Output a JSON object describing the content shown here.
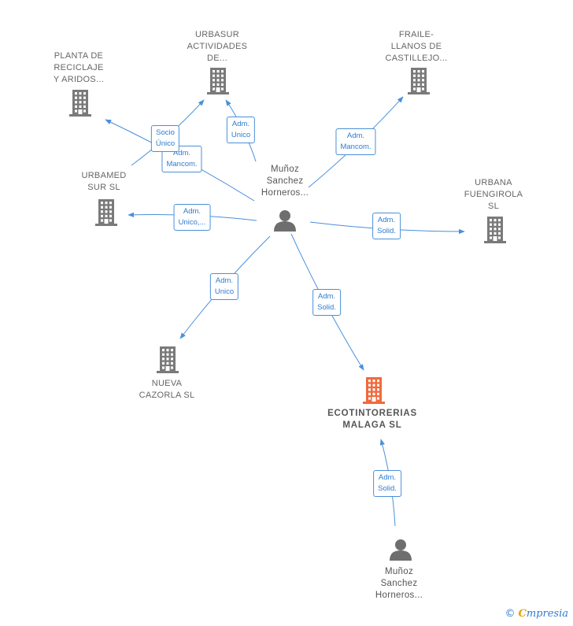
{
  "nodes": {
    "planta": {
      "label": "PLANTA DE\nRECICLAJE\nY ARIDOS...",
      "type": "company"
    },
    "urbasur": {
      "label": "URBASUR\nACTIVIDADES\nDE...",
      "type": "company"
    },
    "fraile": {
      "label": "FRAILE-\nLLANOS DE\nCASTILLEJO...",
      "type": "company"
    },
    "urbamed": {
      "label": "URBAMED\nSUR SL",
      "type": "company"
    },
    "urbana": {
      "label": "URBANA\nFUENGIROLA\nSL",
      "type": "company"
    },
    "nueva": {
      "label": "NUEVA\nCAZORLA SL",
      "type": "company"
    },
    "ecotintorerias": {
      "label": "ECOTINTORERIAS\nMALAGA SL",
      "type": "main-company"
    },
    "person_center": {
      "label": "Muñoz\nSanchez\nHorneros...",
      "type": "person"
    },
    "person_bottom": {
      "label": "Muñoz\nSanchez\nHorneros...",
      "type": "person"
    }
  },
  "edges": [
    {
      "from": "person_center",
      "to": "planta",
      "label": "Adm.\nMancom."
    },
    {
      "from": "urbamed",
      "to": "urbasur",
      "label": "Socio\nÚnico"
    },
    {
      "from": "person_center",
      "to": "urbasur",
      "label": "Adm.\nUnico"
    },
    {
      "from": "person_center",
      "to": "fraile",
      "label": "Adm.\nMancom."
    },
    {
      "from": "person_center",
      "to": "urbamed",
      "label": "Adm.\nUnico,..."
    },
    {
      "from": "person_center",
      "to": "urbana",
      "label": "Adm.\nSolid."
    },
    {
      "from": "person_center",
      "to": "nueva",
      "label": "Adm.\nUnico"
    },
    {
      "from": "person_center",
      "to": "ecotintorerias",
      "label": "Adm.\nSolid."
    },
    {
      "from": "person_bottom",
      "to": "ecotintorerias",
      "label": "Adm.\nSolid."
    }
  ],
  "colors": {
    "edge": "#4a90d9",
    "company_icon": "#7a7a7a",
    "main_company_icon": "#f06a3c",
    "person_icon": "#6e6e6e",
    "label_border": "#4a90d9",
    "label_text": "#2f7bd0"
  },
  "footer": {
    "copyright": "©",
    "brand_first": "C",
    "brand_rest": "mpresia"
  }
}
